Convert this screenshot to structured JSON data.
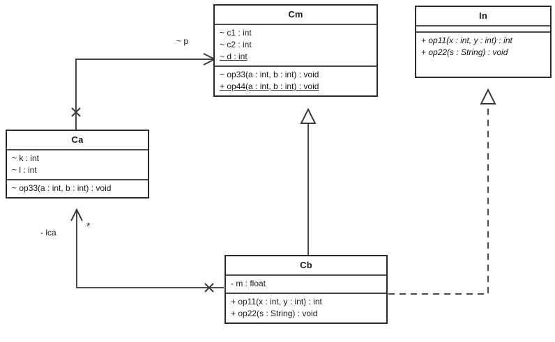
{
  "diagram": {
    "type": "uml-class-diagram",
    "title": "",
    "background_color": "#ffffff",
    "line_color": "#4a4a4a",
    "border_color": "#2b2b2b",
    "text_color": "#1a1a1a"
  },
  "classes": [
    {
      "id": "Cm",
      "name": "Cm",
      "stereotype": "",
      "attributes": [
        {
          "text": "~ c1 : int",
          "static": false,
          "italic": false
        },
        {
          "text": "~ c2 : int",
          "static": false,
          "italic": false
        },
        {
          "text": "~ d : int",
          "static": true,
          "italic": false
        }
      ],
      "operations": [
        {
          "text": "~ op33(a : int, b : int) : void",
          "static": false,
          "italic": false
        },
        {
          "text": "+ op44(a : int, b : int) : void",
          "static": true,
          "italic": false
        }
      ]
    },
    {
      "id": "In",
      "name": "In",
      "stereotype": "",
      "attributes": [],
      "operations": [
        {
          "text": "+ op11(x : int, y : int) : int",
          "static": false,
          "italic": true
        },
        {
          "text": "+ op22(s : String) : void",
          "static": false,
          "italic": true
        }
      ]
    },
    {
      "id": "Ca",
      "name": "Ca",
      "stereotype": "",
      "attributes": [
        {
          "text": "~ k : int",
          "static": false,
          "italic": false
        },
        {
          "text": "~ l : int",
          "static": false,
          "italic": false
        }
      ],
      "operations": [
        {
          "text": "~ op33(a : int, b : int) : void",
          "static": false,
          "italic": false
        }
      ]
    },
    {
      "id": "Cb",
      "name": "Cb",
      "stereotype": "",
      "attributes": [
        {
          "text": "- m : float",
          "static": false,
          "italic": false
        }
      ],
      "operations": [
        {
          "text": "+ op11(x : int, y : int) : int",
          "static": false,
          "italic": false
        },
        {
          "text": "+ op22(s : String) : void",
          "static": false,
          "italic": false
        }
      ]
    }
  ],
  "relationships": [
    {
      "id": "ca-to-cm",
      "kind": "association",
      "from": "Ca",
      "to": "Cm",
      "label": "~ p",
      "source_multiplicity": "",
      "target_multiplicity": "",
      "navigable": true,
      "has_cross_marker": true
    },
    {
      "id": "cb-to-ca",
      "kind": "association",
      "from": "Cb",
      "to": "Ca",
      "label": "- lca",
      "source_multiplicity": "*",
      "target_multiplicity": "",
      "navigable": true,
      "has_cross_marker": true
    },
    {
      "id": "cb-extends-cm",
      "kind": "generalization",
      "from": "Cb",
      "to": "Cm",
      "label": "",
      "source_multiplicity": "",
      "target_multiplicity": "",
      "navigable": false,
      "has_cross_marker": false
    },
    {
      "id": "cb-implements-in",
      "kind": "realization",
      "from": "Cb",
      "to": "In",
      "label": "",
      "source_multiplicity": "",
      "target_multiplicity": "",
      "navigable": false,
      "has_cross_marker": false
    }
  ],
  "labels": {
    "edge_p": "~ p",
    "edge_lca": "- lca",
    "multiplicity_star": "*"
  }
}
